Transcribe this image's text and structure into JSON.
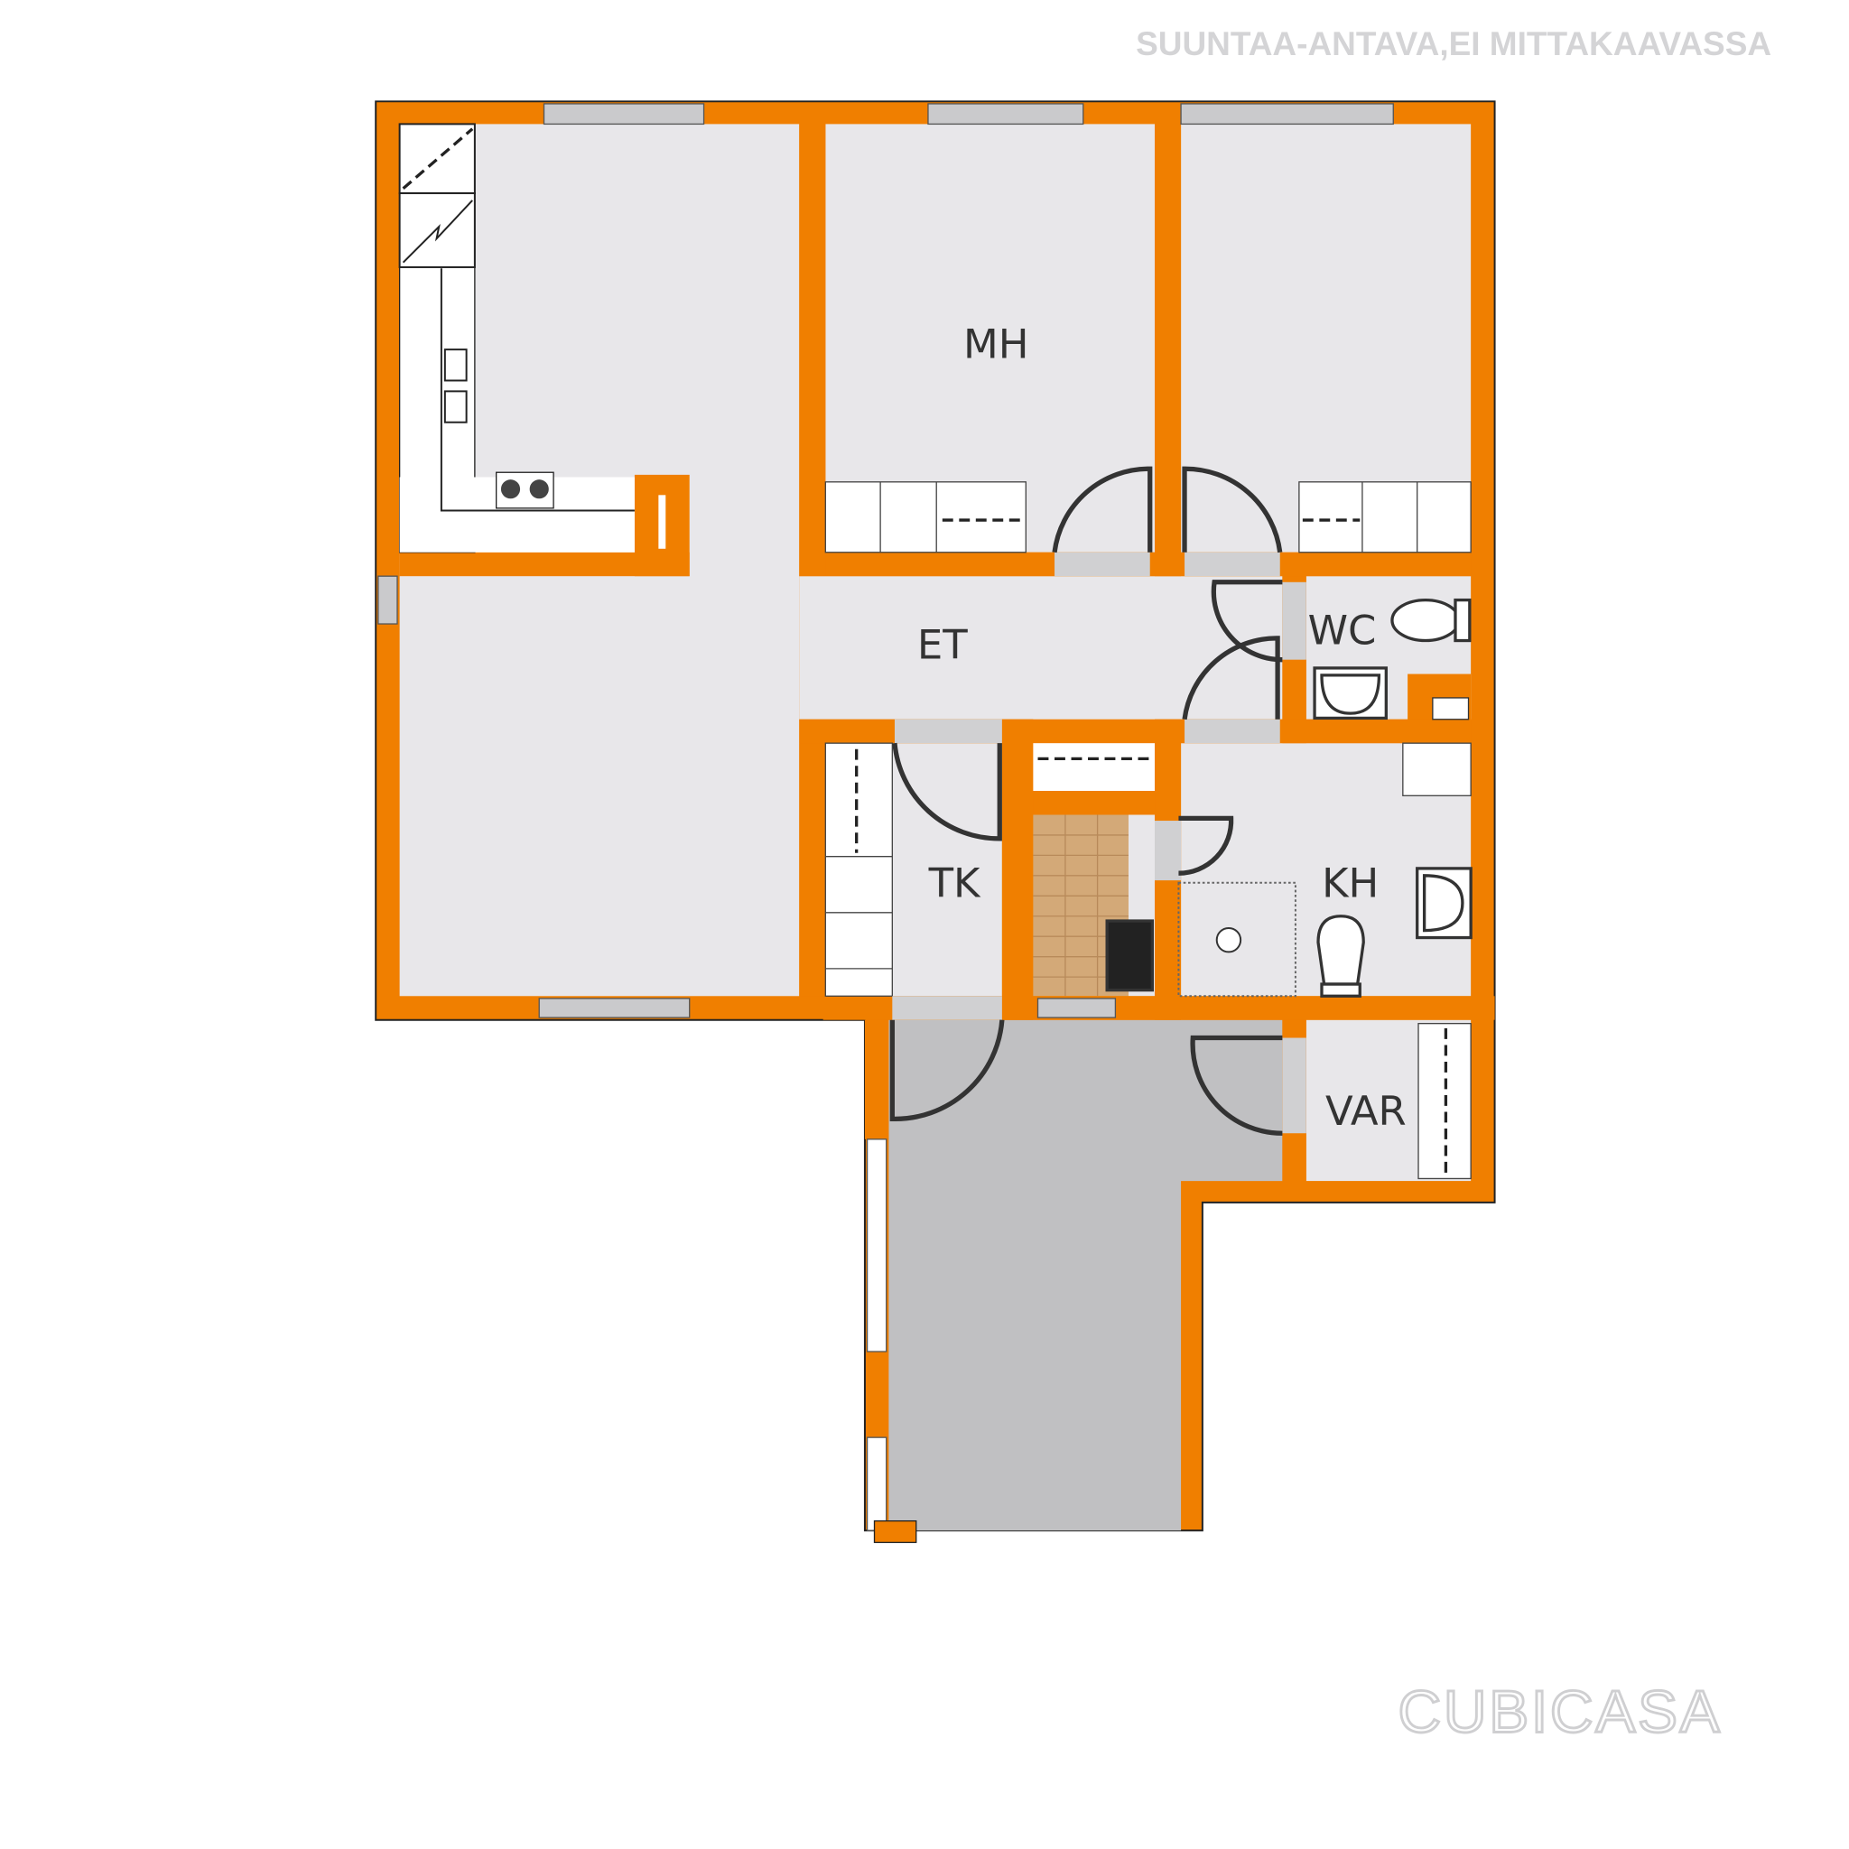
{
  "header_note": "SUUNTAA-ANTAVA,EI MITTAKAAVASSA",
  "logo_text": "CUBICASA",
  "colors": {
    "wall": "#F07F00",
    "room": "#E8E7EA",
    "entrance": "#C0C0C2",
    "window": "#CACACC",
    "stair": "#D3A978"
  },
  "rooms": {
    "mh": "MH",
    "et": "ET",
    "wc": "WC",
    "tk": "TK",
    "kh": "KH",
    "var": "VAR"
  }
}
